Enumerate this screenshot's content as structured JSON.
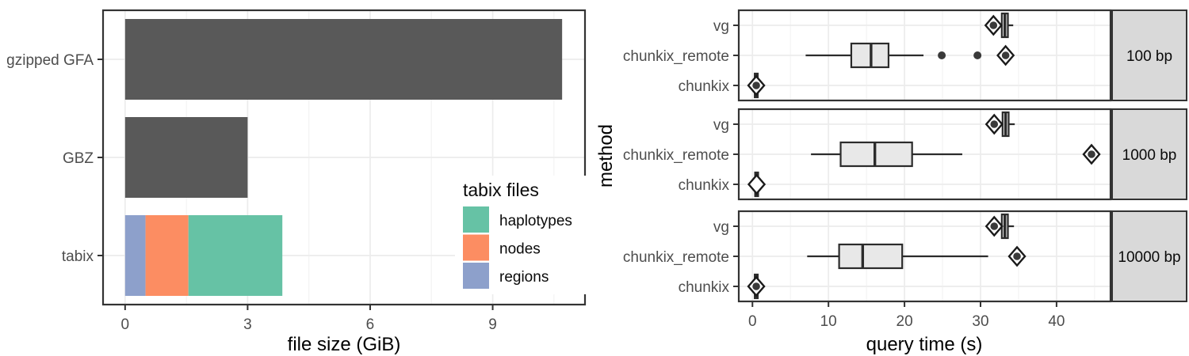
{
  "figure_background": "#FFFFFF",
  "style": {
    "bar_dark": "#595959",
    "box_fill": "#E8E8E8",
    "stroke_dark": "#2B2B2B",
    "diamond_stroke": "#1A1A1A",
    "diamond_fill": "#FFFFFF",
    "point_color": "#3A3A3A",
    "strip_fill": "#D9D9D9",
    "grid_major": "#ECECEC",
    "grid_minor": "#F4F4F4",
    "panel_border": "#333333",
    "tick_mark": "#333333",
    "tick_label": "#4D4D4D",
    "axis_title": "#000000"
  },
  "chart_data": [
    {
      "id": "file_size_chart",
      "type": "bar",
      "orientation": "horizontal",
      "xlabel": "file size (GiB)",
      "ylabel": "",
      "x_ticks": [
        0,
        3,
        6,
        9
      ],
      "x_minor_ticks": [
        1.5,
        4.5,
        7.5,
        10.5
      ],
      "xlim": [
        -0.54,
        11.26
      ],
      "categories": [
        "gzipped GFA",
        "GBZ",
        "tabix"
      ],
      "bars": [
        {
          "category": "gzipped GFA",
          "total": 10.7,
          "segments": [
            {
              "label": "gzipped GFA",
              "value": 10.7,
              "color": "#595959"
            }
          ]
        },
        {
          "category": "GBZ",
          "total": 3.0,
          "segments": [
            {
              "label": "GBZ",
              "value": 3.0,
              "color": "#595959"
            }
          ]
        },
        {
          "category": "tabix",
          "total": 3.85,
          "segments": [
            {
              "label": "regions",
              "value": 0.5,
              "color": "#8DA0CB"
            },
            {
              "label": "nodes",
              "value": 1.05,
              "color": "#FC8D62"
            },
            {
              "label": "haplotypes",
              "value": 2.3,
              "color": "#66C2A5"
            }
          ]
        }
      ],
      "legend": {
        "title": "tabix files",
        "position": "inside bottom-right",
        "entries": [
          {
            "label": "haplotypes",
            "color": "#66C2A5"
          },
          {
            "label": "nodes",
            "color": "#FC8D62"
          },
          {
            "label": "regions",
            "color": "#8DA0CB"
          }
        ]
      },
      "grid": true
    },
    {
      "id": "query_time_chart",
      "type": "boxplot",
      "orientation": "horizontal",
      "xlabel": "query time (s)",
      "ylabel": "method",
      "x_ticks": [
        0,
        10,
        20,
        30,
        40
      ],
      "x_minor_ticks": [
        5,
        15,
        25,
        35,
        45
      ],
      "xlim": [
        -1.8,
        47.1
      ],
      "methods": [
        "vg",
        "chunkix_remote",
        "chunkix"
      ],
      "facets": [
        {
          "label": "100 bp",
          "rows": [
            {
              "method": "vg",
              "whisker_lo": 32.5,
              "q1": 32.8,
              "median": 33.2,
              "q3": 33.6,
              "whisker_hi": 34.3,
              "outliers": [],
              "diamond": 31.7,
              "diamond_dot": true
            },
            {
              "method": "chunkix_remote",
              "whisker_lo": 7.0,
              "q1": 13.0,
              "median": 15.6,
              "q3": 17.9,
              "whisker_hi": 22.5,
              "outliers": [
                24.9,
                29.6
              ],
              "diamond": 33.3,
              "diamond_dot": true
            },
            {
              "method": "chunkix",
              "whisker_lo": 0.1,
              "q1": 0.3,
              "median": 0.5,
              "q3": 0.7,
              "whisker_hi": 1.0,
              "outliers": [],
              "diamond": 0.5,
              "diamond_dot": true
            }
          ]
        },
        {
          "label": "1000 bp",
          "rows": [
            {
              "method": "vg",
              "whisker_lo": 32.3,
              "q1": 32.9,
              "median": 33.3,
              "q3": 33.7,
              "whisker_hi": 34.5,
              "outliers": [],
              "diamond": 31.8,
              "diamond_dot": true
            },
            {
              "method": "chunkix_remote",
              "whisker_lo": 7.7,
              "q1": 11.6,
              "median": 16.1,
              "q3": 21.0,
              "whisker_hi": 27.6,
              "outliers": [],
              "diamond": 44.6,
              "diamond_dot": true
            },
            {
              "method": "chunkix",
              "whisker_lo": 0.2,
              "q1": 0.35,
              "median": 0.55,
              "q3": 0.75,
              "whisker_hi": 1.0,
              "outliers": [],
              "diamond": 0.55,
              "diamond_dot": false
            }
          ]
        },
        {
          "label": "10000 bp",
          "rows": [
            {
              "method": "vg",
              "whisker_lo": 32.4,
              "q1": 32.8,
              "median": 33.2,
              "q3": 33.6,
              "whisker_hi": 34.4,
              "outliers": [],
              "diamond": 31.8,
              "diamond_dot": true
            },
            {
              "method": "chunkix_remote",
              "whisker_lo": 7.2,
              "q1": 11.4,
              "median": 14.5,
              "q3": 19.7,
              "whisker_hi": 31.0,
              "outliers": [],
              "diamond": 34.8,
              "diamond_dot": true
            },
            {
              "method": "chunkix",
              "whisker_lo": 0.1,
              "q1": 0.3,
              "median": 0.5,
              "q3": 0.7,
              "whisker_hi": 0.9,
              "outliers": [],
              "diamond": 0.5,
              "diamond_dot": true
            }
          ]
        }
      ],
      "grid": true
    }
  ]
}
